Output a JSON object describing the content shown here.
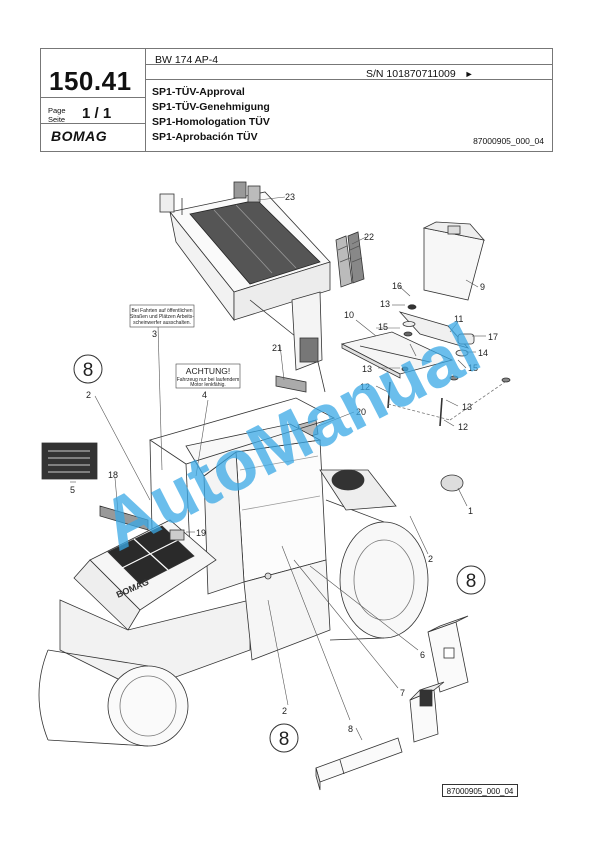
{
  "header": {
    "model": "BW 174 AP-4",
    "serial": "S/N 101870711009",
    "serial_arrow": "►",
    "page_number": "150.41",
    "page_label": "Page",
    "seite_label": "Seite",
    "page_count": "1 / 1",
    "logo": "BOMAG",
    "titles": [
      "SP1-TÜV-Approval",
      "SP1-TÜV-Genehmigung",
      "SP1-Homologation TÜV",
      "SP1-Aprobación TÜV"
    ],
    "doc_code": "87000905_000_04"
  },
  "drawing": {
    "callouts": {
      "c1": "1",
      "c2a": "2",
      "c2b": "2",
      "c2c": "2",
      "c3": "3",
      "c4": "4",
      "c5": "5",
      "c6": "6",
      "c7": "7",
      "c8a": "8",
      "c9": "9",
      "c10": "10",
      "c11": "11",
      "c12a": "12",
      "c12b": "12",
      "c13a": "13",
      "c13b": "13",
      "c13c": "13",
      "c14": "14",
      "c15a": "15",
      "c15b": "15",
      "c16": "16",
      "c17": "17",
      "c18": "18",
      "c19": "19",
      "c20": "20",
      "c21": "21",
      "c22": "22",
      "c23": "23"
    },
    "circled": {
      "left": "8",
      "right": "8",
      "bottom": "8"
    },
    "warning_sign": {
      "title": "ACHTUNG!",
      "line1": "Fahrzeug nur bei laufendem",
      "line2": "Motor lenkfähig."
    },
    "sticker_text": {
      "line1": "Bei Fahrten auf öffentlichen",
      "line2": "Straßen und Plätzen Arbeits-",
      "line3": "scheinwerfer ausschalten."
    },
    "machine_brand": "BOMAG",
    "ref_code": "87000905_000_04"
  },
  "watermark": "AutoManual"
}
